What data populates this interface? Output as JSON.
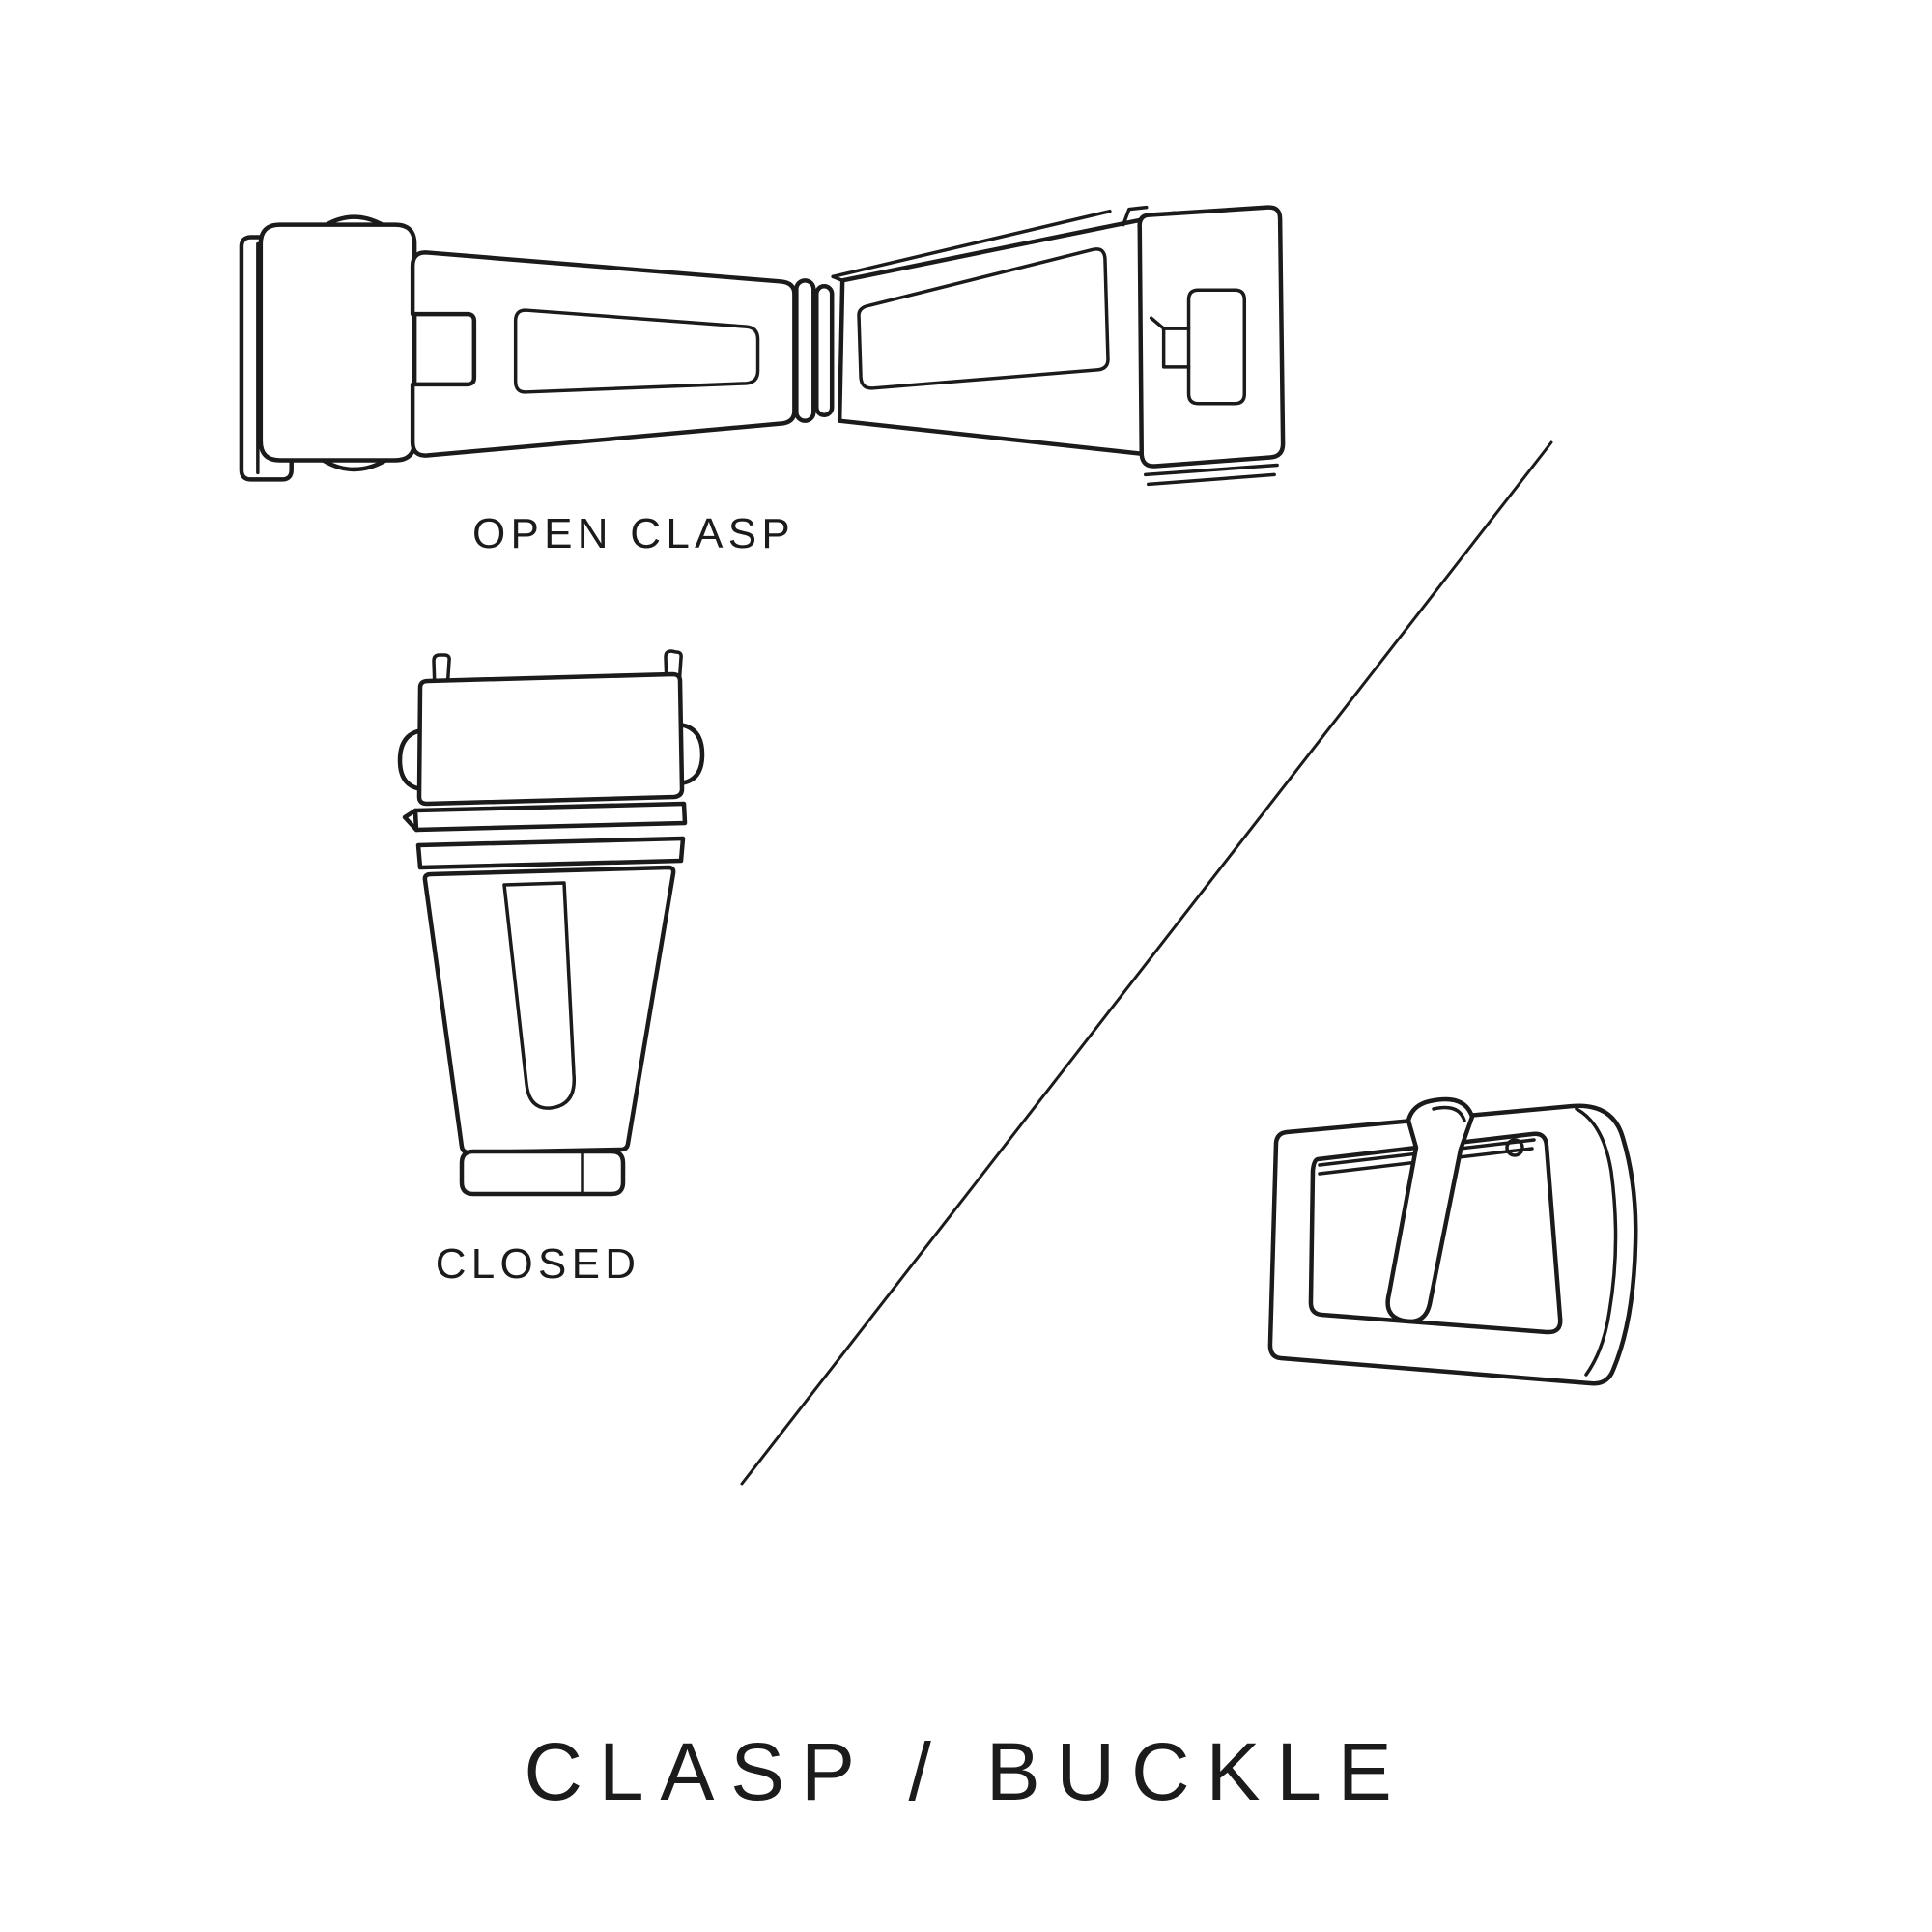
{
  "page": {
    "background_color": "#ffffff",
    "line_color": "#1b1b1b",
    "title": "CLASP / BUCKLE"
  },
  "figures": {
    "open_clasp": {
      "label": "OPEN CLASP",
      "illustration": "open-deployant-clasp-line-drawing"
    },
    "closed_clasp": {
      "label": "CLOSED",
      "illustration": "closed-deployant-clasp-line-drawing"
    },
    "buckle": {
      "illustration": "tang-buckle-line-drawing"
    }
  },
  "divider": {
    "type": "diagonal-line"
  }
}
